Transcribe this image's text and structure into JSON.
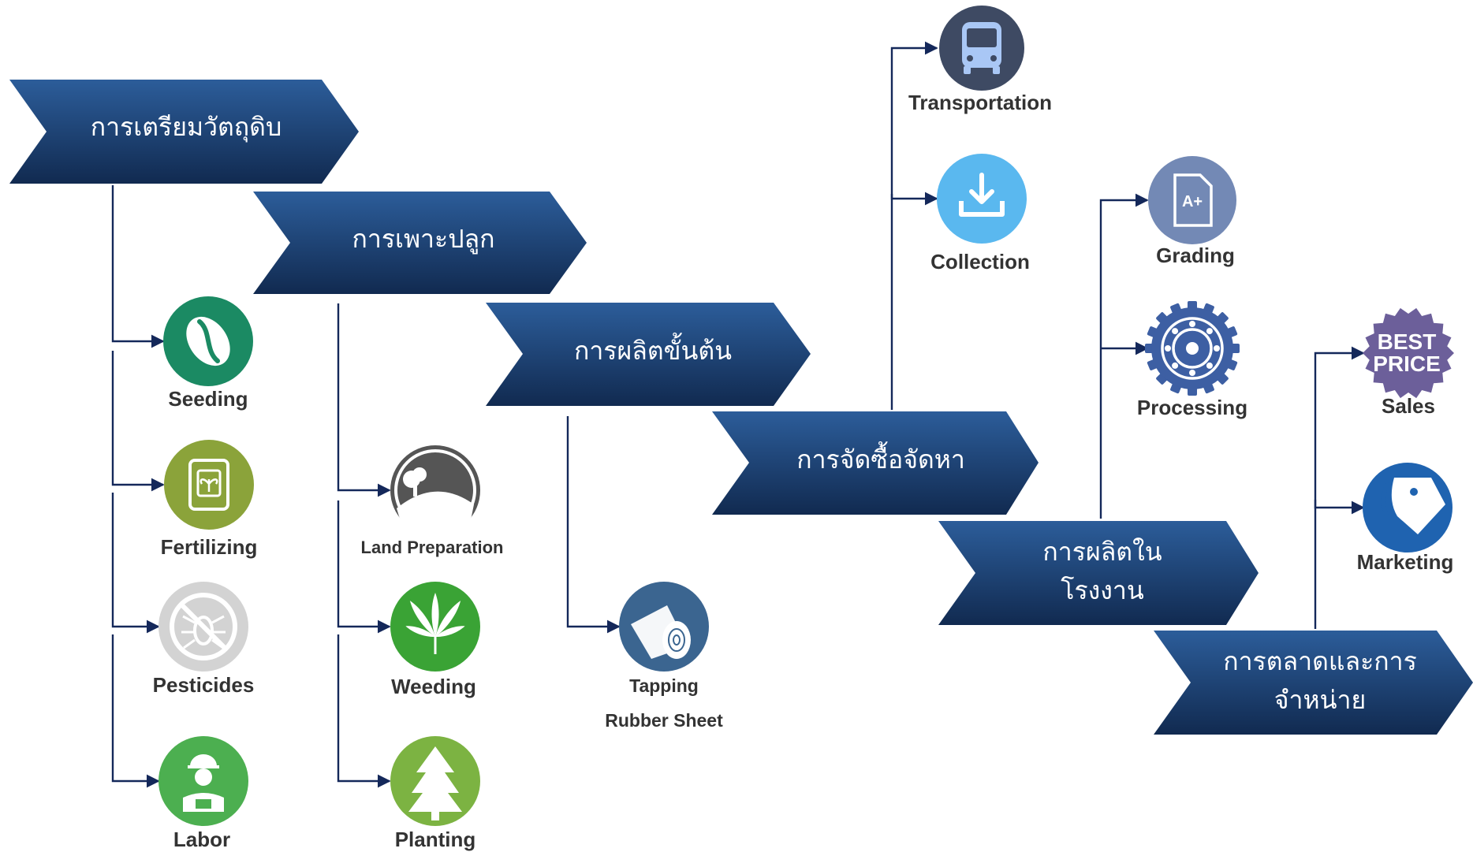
{
  "stages": [
    {
      "id": "s1",
      "lines": [
        "การเตรียมวัตถุดิบ"
      ]
    },
    {
      "id": "s2",
      "lines": [
        "การเพาะปลูก"
      ]
    },
    {
      "id": "s3",
      "lines": [
        "การผลิตขั้นต้น"
      ]
    },
    {
      "id": "s4",
      "lines": [
        "การจัดซื้อจัดหา"
      ]
    },
    {
      "id": "s5",
      "lines": [
        "การผลิตใน",
        "โรงงาน"
      ]
    },
    {
      "id": "s6",
      "lines": [
        "การตลาดและการ",
        "จำหน่าย"
      ]
    }
  ],
  "items": [
    {
      "id": "seeding",
      "label": [
        "Seeding"
      ],
      "icon": "seed-icon",
      "color": "#1b8a63"
    },
    {
      "id": "fertilizing",
      "label": [
        "Fertilizing"
      ],
      "icon": "fertilizer-bag-icon",
      "color": "#8ba33a"
    },
    {
      "id": "pesticides",
      "label": [
        "Pesticides"
      ],
      "icon": "no-insect-icon",
      "color": "#d3d3d3"
    },
    {
      "id": "labor",
      "label": [
        "Labor"
      ],
      "icon": "worker-icon",
      "color": "#4caf50"
    },
    {
      "id": "land-preparation",
      "label": [
        "Land Preparation"
      ],
      "icon": "landscape-tree-icon",
      "color": "#555555"
    },
    {
      "id": "weeding",
      "label": [
        "Weeding"
      ],
      "icon": "cannabis-leaf-icon",
      "color": "#3aa335"
    },
    {
      "id": "planting",
      "label": [
        "Planting"
      ],
      "icon": "pine-tree-icon",
      "color": "#7cb342"
    },
    {
      "id": "tapping",
      "label": [
        "Tapping",
        "Rubber Sheet"
      ],
      "icon": "rubber-roll-icon",
      "color": "#3b6590"
    },
    {
      "id": "transportation",
      "label": [
        "Transportation"
      ],
      "icon": "bus-icon",
      "color": "#3e4a63"
    },
    {
      "id": "collection",
      "label": [
        "Collection"
      ],
      "icon": "download-tray-icon",
      "color": "#5ab8ef"
    },
    {
      "id": "grading",
      "label": [
        "Grading"
      ],
      "icon": "grade-document-icon",
      "color": "#7389b5"
    },
    {
      "id": "processing",
      "label": [
        "Processing"
      ],
      "icon": "gear-icon",
      "color": "#3d5fa3"
    },
    {
      "id": "sales",
      "label": [
        "Sales"
      ],
      "icon": "best-price-badge-icon",
      "color": "#6c5f9a"
    },
    {
      "id": "marketing",
      "label": [
        "Marketing"
      ],
      "icon": "price-tag-icon",
      "color": "#1f63b0"
    }
  ],
  "badges": {
    "best": "BEST",
    "price": "PRICE",
    "grade": "A+"
  },
  "colors": {
    "arrow_top": "#2c5d9a",
    "arrow_bottom": "#112a50",
    "connector": "#14285a",
    "label": "#333333"
  }
}
